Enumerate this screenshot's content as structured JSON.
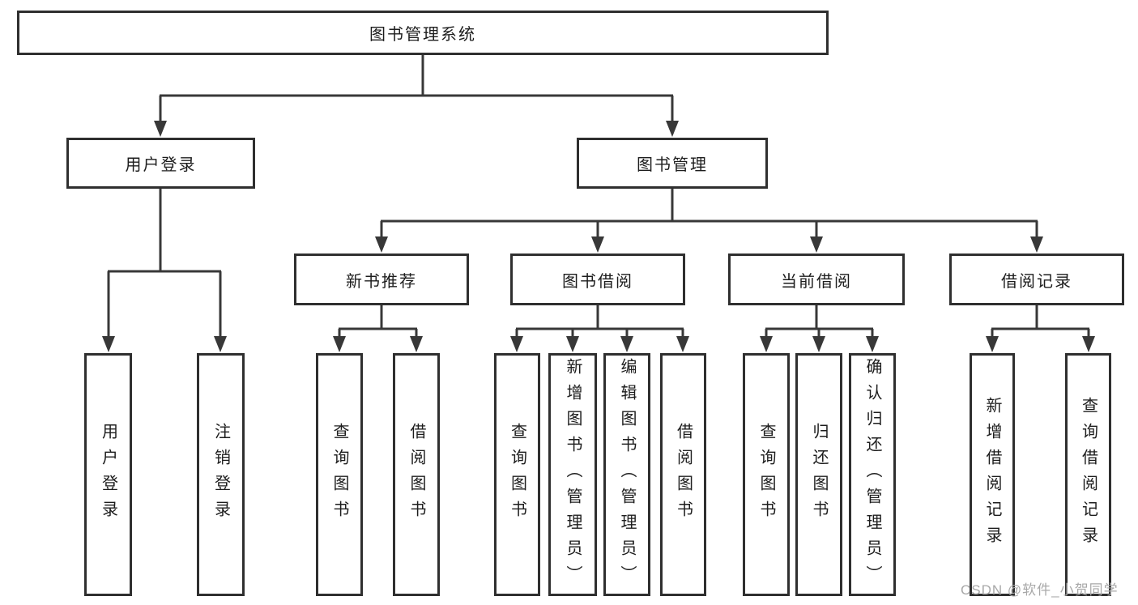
{
  "root_label": "图书管理系统",
  "level2": {
    "user_login": "用户登录",
    "book_management": "图书管理"
  },
  "level3": {
    "new_book_rec": "新书推荐",
    "book_borrow": "图书借阅",
    "current_borrow": "当前借阅",
    "borrow_records": "借阅记录"
  },
  "leaves": {
    "user_login": [
      "用户登录",
      "注销登录"
    ],
    "new_book_rec": [
      "查询图书",
      "借阅图书"
    ],
    "book_borrow": [
      "查询图书",
      "新增图书（管理员）",
      "编辑图书（管理员）",
      "借阅图书"
    ],
    "current_borrow": [
      "查询图书",
      "归还图书",
      "确认归还（管理员）"
    ],
    "borrow_records": [
      "新增借阅记录",
      "查询借阅记录"
    ]
  },
  "watermark": "CSDN @软件_小贺同学",
  "colors": {
    "line": "#383838",
    "box_border": "#2f2f2f",
    "text": "#1d1d1d",
    "watermark": "#a8a8a8",
    "background": "#ffffff"
  }
}
